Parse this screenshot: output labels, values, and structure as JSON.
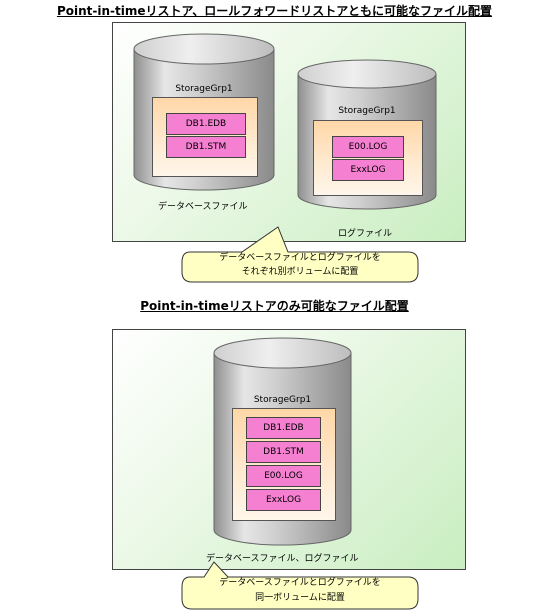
{
  "titles": {
    "top": "Point-in-timeリストア、ロールフォワードリストアともに可能なファイル配置",
    "bottom": "Point-in-timeリストアのみ可能なファイル配置"
  },
  "top": {
    "db_cylinder": {
      "group": "StorageGrp1",
      "files": [
        "DB1.EDB",
        "DB1.STM"
      ],
      "caption": "データベースファイル"
    },
    "log_cylinder": {
      "group": "StorageGrp1",
      "files": [
        "E00.LOG",
        "ExxLOG"
      ],
      "caption": "ログファイル"
    },
    "callout": {
      "line1": "データベースファイルとログファイルを",
      "line2": "それぞれ別ボリュームに配置"
    }
  },
  "bottom": {
    "cylinder": {
      "group": "StorageGrp1",
      "files": [
        "DB1.EDB",
        "DB1.STM",
        "E00.LOG",
        "ExxLOG"
      ],
      "caption": "データベースファイル、ログファイル"
    },
    "callout": {
      "line1": "データベースファイルとログファイルを",
      "line2": "同一ボリュームに配置"
    }
  },
  "colors": {
    "file_fill": "#f57fd1",
    "panel_fill": "#c9eec1",
    "callout_fill": "#ffffc4",
    "cylinder_gray": "#b9b9b9"
  }
}
